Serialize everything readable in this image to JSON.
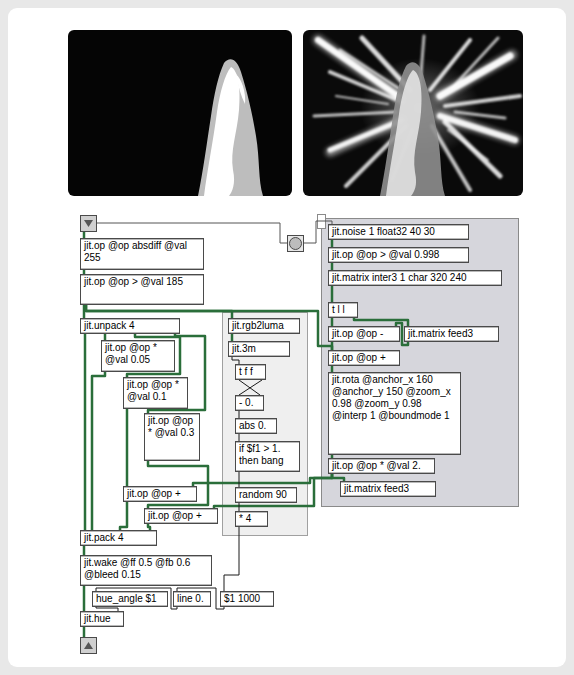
{
  "diagram": {
    "nodes": [
      {
        "text": [
          "jit.op @op absdiff @val 255"
        ]
      },
      {
        "text": [
          "jit.op @op > @val 185"
        ]
      },
      {
        "text": [
          "jit.unpack 4"
        ]
      },
      {
        "text": [
          "jit.op @op * @val 0.05"
        ]
      },
      {
        "text": [
          "jit.op @op * @val 0.1"
        ]
      },
      {
        "text": [
          "jit.op @op * @val 0.3"
        ]
      },
      {
        "text": [
          "jit.op @op +"
        ]
      },
      {
        "text": [
          "jit.op @op +"
        ]
      },
      {
        "text": [
          "jit.pack 4"
        ]
      },
      {
        "text": [
          "jit.wake @ff 0.5 @fb 0.6 @bleed 0.15"
        ]
      },
      {
        "text": [
          "hue_angle $1"
        ]
      },
      {
        "text": [
          "line 0."
        ]
      },
      {
        "text": [
          "$1 1000"
        ]
      },
      {
        "text": [
          "jit.hue"
        ]
      },
      {
        "text": [
          "jit.rgb2luma"
        ]
      },
      {
        "text": [
          "jit.3m"
        ]
      },
      {
        "text": [
          "t f f"
        ]
      },
      {
        "text": [
          "- 0."
        ]
      },
      {
        "text": [
          "abs 0."
        ]
      },
      {
        "text": [
          "if $f1 > 1. then bang"
        ]
      },
      {
        "text": [
          "random 90"
        ]
      },
      {
        "text": [
          "* 4"
        ]
      },
      {
        "text": [
          "jit.noise 1 float32 40 30"
        ]
      },
      {
        "text": [
          "jit.op @op > @val 0.998"
        ]
      },
      {
        "text": [
          "jit.matrix inter3 1 char 320 240"
        ]
      },
      {
        "text": [
          "t l l"
        ]
      },
      {
        "text": [
          "jit.op @op -"
        ]
      },
      {
        "text": [
          "jit.matrix feed3"
        ]
      },
      {
        "text": [
          "jit.op @op +"
        ]
      },
      {
        "text": [
          "jit.rota @anchor_x 160 @anchor_y 150 @zoom_x 0.98 @zoom_y 0.98 @interp 1 @boundmode 1"
        ]
      },
      {
        "text": [
          "jit.op @op * @val 2."
        ]
      },
      {
        "text": [
          "jit.matrix feed3"
        ]
      }
    ],
    "edges": [
      {
        "from": 0,
        "to": 1,
        "arrow": "none"
      },
      {
        "from": 1,
        "to": 2,
        "arrow": "none"
      },
      {
        "from": 1,
        "to": 14,
        "arrow": "none"
      },
      {
        "from": 1,
        "to": 28,
        "arrow": "none"
      },
      {
        "from": 2,
        "to": 3,
        "arrow": "none"
      },
      {
        "from": 2,
        "to": 4,
        "arrow": "none"
      },
      {
        "from": 2,
        "to": 5,
        "arrow": "none"
      },
      {
        "from": 2,
        "to": 8,
        "arrow": "none"
      },
      {
        "from": 3,
        "to": 8,
        "arrow": "none"
      },
      {
        "from": 4,
        "to": 6,
        "arrow": "none"
      },
      {
        "from": 5,
        "to": 7,
        "arrow": "none"
      },
      {
        "from": 6,
        "to": 8,
        "arrow": "none"
      },
      {
        "from": 7,
        "to": 8,
        "arrow": "none"
      },
      {
        "from": 30,
        "to": 6,
        "arrow": "none"
      },
      {
        "from": 30,
        "to": 7,
        "arrow": "none"
      },
      {
        "from": 8,
        "to": 9,
        "arrow": "none"
      },
      {
        "from": 9,
        "to": 13,
        "arrow": "none"
      },
      {
        "from": 10,
        "to": 13,
        "arrow": "none"
      },
      {
        "from": 11,
        "to": 10,
        "arrow": "none"
      },
      {
        "from": 12,
        "to": 11,
        "arrow": "none"
      },
      {
        "from": 14,
        "to": 15,
        "arrow": "none"
      },
      {
        "from": 15,
        "to": 16,
        "arrow": "none"
      },
      {
        "from": 16,
        "to": 17,
        "arrow": "none"
      },
      {
        "from": 16,
        "to": 17,
        "arrow": "none"
      },
      {
        "from": 17,
        "to": 18,
        "arrow": "none"
      },
      {
        "from": 18,
        "to": 19,
        "arrow": "none"
      },
      {
        "from": 19,
        "to": 20,
        "arrow": "none"
      },
      {
        "from": 20,
        "to": 21,
        "arrow": "none"
      },
      {
        "from": 21,
        "to": 12,
        "arrow": "none"
      },
      {
        "from": 22,
        "to": 23,
        "arrow": "none"
      },
      {
        "from": 23,
        "to": 24,
        "arrow": "none"
      },
      {
        "from": 24,
        "to": 25,
        "arrow": "none"
      },
      {
        "from": 25,
        "to": 26,
        "arrow": "none"
      },
      {
        "from": 25,
        "to": 27,
        "arrow": "none"
      },
      {
        "from": 27,
        "to": 26,
        "arrow": "none"
      },
      {
        "from": 26,
        "to": 28,
        "arrow": "none"
      },
      {
        "from": 28,
        "to": 29,
        "arrow": "none"
      },
      {
        "from": 29,
        "to": 30,
        "arrow": "none"
      },
      {
        "from": 30,
        "to": 31,
        "arrow": "none"
      }
    ]
  }
}
